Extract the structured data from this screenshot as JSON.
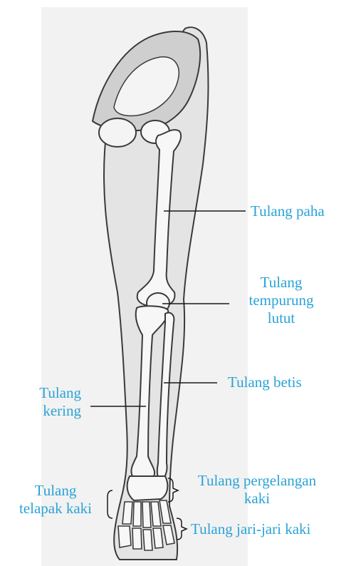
{
  "labels": {
    "femur": [
      "Tulang paha"
    ],
    "patella": [
      "Tulang",
      "tempurung",
      "lutut"
    ],
    "fibula": [
      "Tulang betis"
    ],
    "tibia": [
      "Tulang",
      "kering"
    ],
    "tarsals": [
      "Tulang pergelangan",
      "kaki"
    ],
    "metatarsals": [
      "Tulang",
      "telapak kaki"
    ],
    "phalanges": [
      "Tulang jari-jari kaki"
    ]
  },
  "colors": {
    "label": "#2aa3d6",
    "leader": "#1a1a1a",
    "leg_fill": "#e6e6e6",
    "bone_fill": "#f7f7f7",
    "outline": "#3a3a3a",
    "pelvis_fill": "#d4d4d4"
  }
}
